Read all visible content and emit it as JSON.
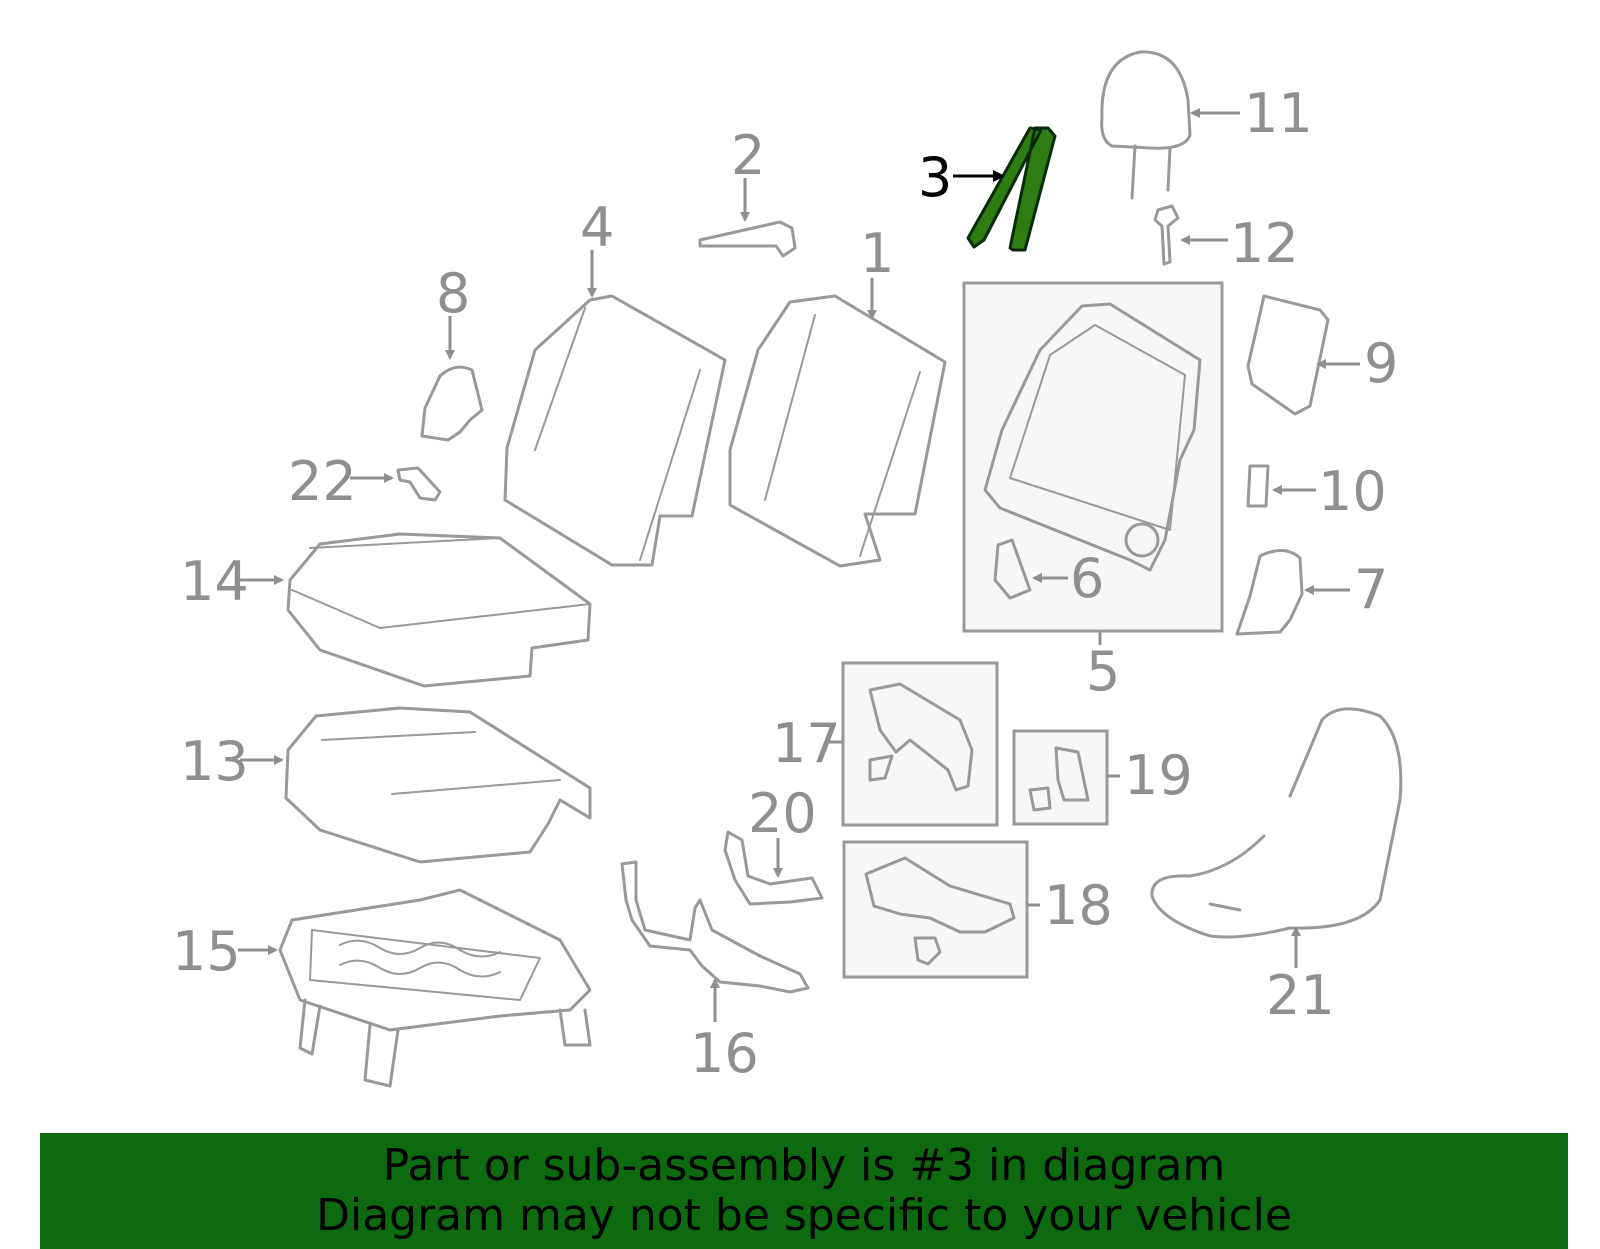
{
  "highlight": {
    "part": "3",
    "color": "#2e7d12",
    "outline": "#0a2a0a"
  },
  "callouts": [
    "1",
    "2",
    "3",
    "4",
    "5",
    "6",
    "7",
    "8",
    "9",
    "10",
    "11",
    "12",
    "13",
    "14",
    "15",
    "16",
    "17",
    "18",
    "19",
    "20",
    "21",
    "22"
  ],
  "banner": {
    "line1": "Part or sub-assembly is #3 in diagram",
    "line2": "Diagram may not be specific to your vehicle",
    "color": "#0e6a0e"
  }
}
